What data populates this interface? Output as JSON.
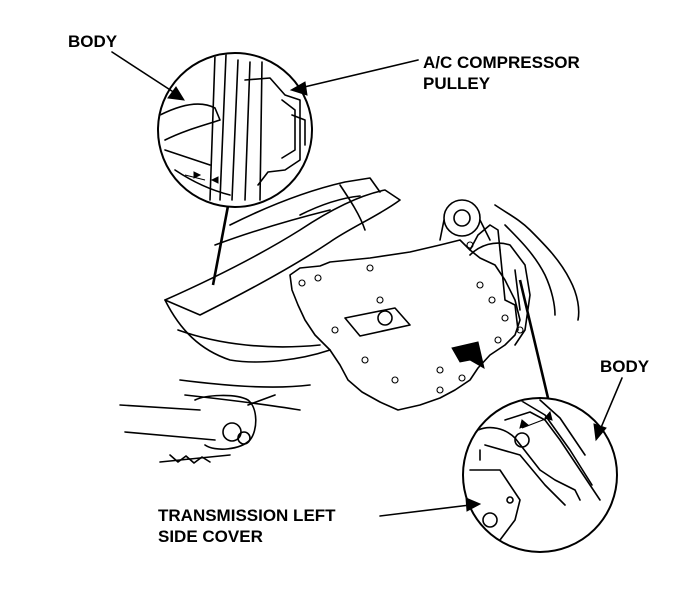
{
  "labels": {
    "body_top": "BODY",
    "ac_compressor_line1": "A/C COMPRESSOR",
    "ac_compressor_line2": "PULLEY",
    "body_right": "BODY",
    "transmission_line1": "TRANSMISSION LEFT",
    "transmission_line2": "SIDE COVER"
  }
}
